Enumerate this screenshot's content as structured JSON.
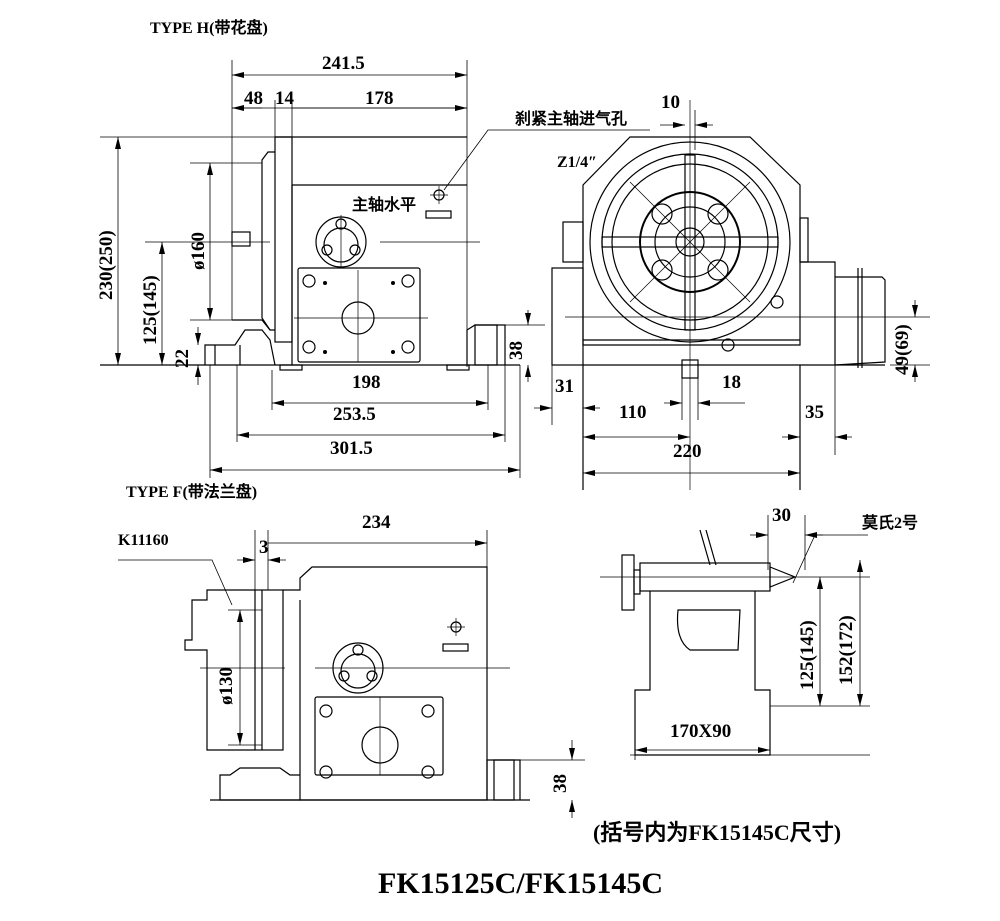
{
  "views": {
    "type_h": {
      "title": "TYPE H(带花盘)",
      "dims": {
        "overall_length": "241.5",
        "face_plate": "48",
        "flange": "14",
        "body": "178",
        "height": "230(250)",
        "diameter": "ø160",
        "center_height": "125(145)",
        "base_thickness": "22",
        "slot_height": "38",
        "width_198": "198",
        "width_253": "253.5",
        "width_301": "301.5"
      },
      "labels": {
        "spindle_level": "主轴水平"
      }
    },
    "side": {
      "dims": {
        "slot": "10",
        "left_ext": "31",
        "half_width": "110",
        "key_width": "18",
        "right_ext": "35",
        "total_width": "220",
        "motor_height": "49(69)"
      },
      "labels": {
        "air_inlet": "刹紧主轴进气孔",
        "thread": "Z1/4″"
      }
    },
    "type_f": {
      "title": "TYPE F(带法兰盘)",
      "chuck_model": "K11160",
      "dims": {
        "offset": "3",
        "length": "234",
        "diameter": "ø130",
        "slot_height": "38"
      }
    },
    "tailstock": {
      "label": "莫氏2号",
      "dims": {
        "offset": "30",
        "center_height": "125(145)",
        "total_height": "152(172)",
        "base": "170X90"
      }
    }
  },
  "footnote": "(括号内为FK15145C尺寸)",
  "model": "FK15125C/FK15145C"
}
